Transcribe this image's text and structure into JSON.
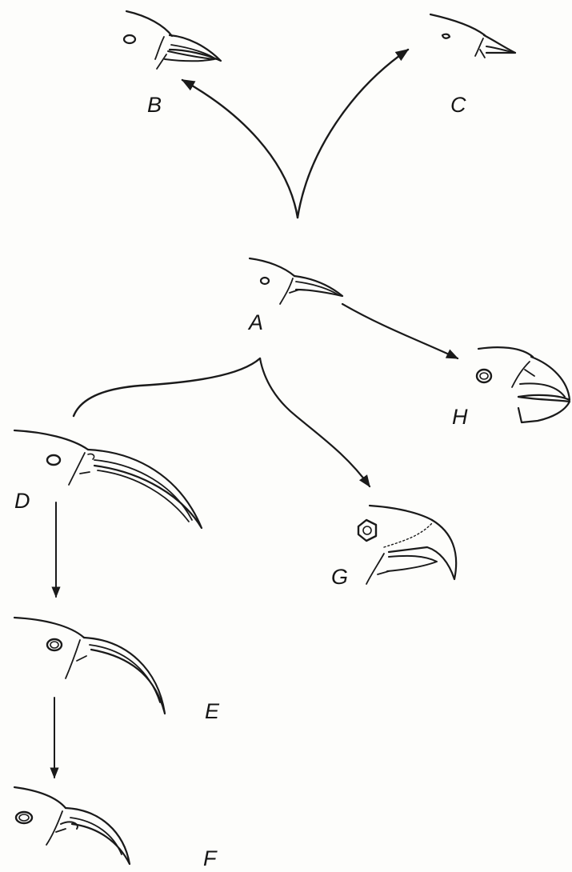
{
  "diagram": {
    "nodes": [
      {
        "id": "A",
        "label": "A",
        "icon": "bird-head-icon"
      },
      {
        "id": "B",
        "label": "B",
        "icon": "bird-head-icon"
      },
      {
        "id": "C",
        "label": "C",
        "icon": "bird-head-icon"
      },
      {
        "id": "D",
        "label": "D",
        "icon": "bird-head-icon"
      },
      {
        "id": "E",
        "label": "E",
        "icon": "bird-head-icon"
      },
      {
        "id": "F",
        "label": "F",
        "icon": "bird-head-icon"
      },
      {
        "id": "G",
        "label": "G",
        "icon": "bird-head-icon"
      },
      {
        "id": "H",
        "label": "H",
        "icon": "bird-head-icon"
      }
    ],
    "edges": [
      {
        "from": "A",
        "to": "B"
      },
      {
        "from": "A",
        "to": "C"
      },
      {
        "from": "A",
        "to": "D"
      },
      {
        "from": "A",
        "to": "G"
      },
      {
        "from": "A",
        "to": "H"
      },
      {
        "from": "D",
        "to": "E"
      },
      {
        "from": "E",
        "to": "F"
      }
    ],
    "ink_color": "#1a1a1a"
  }
}
